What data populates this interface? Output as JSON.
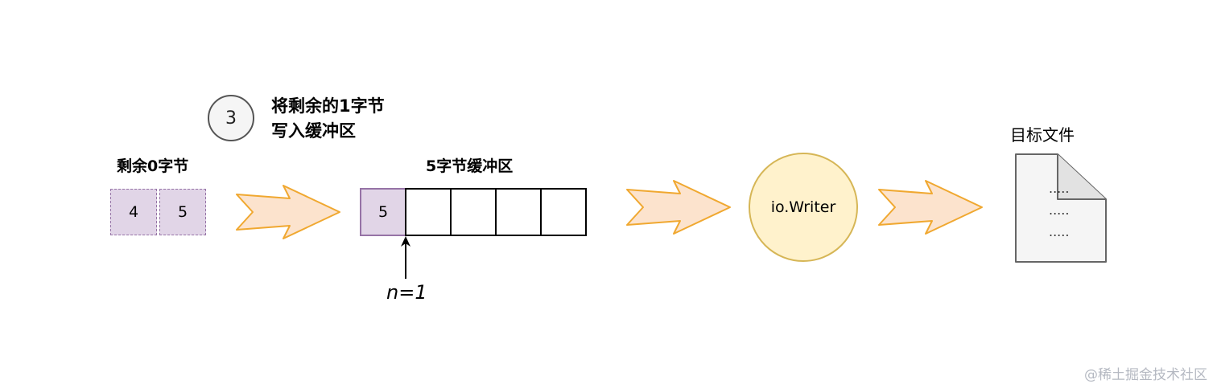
{
  "step": {
    "number": "3",
    "text_line1": "将剩余的1字节",
    "text_line2": "写入缓冲区"
  },
  "remaining": {
    "title": "剩余0字节",
    "bytes": [
      "4",
      "5"
    ]
  },
  "buffer": {
    "title": "5字节缓冲区",
    "cells": [
      "5",
      "",
      "",
      "",
      ""
    ],
    "pointer_label": "n=1"
  },
  "writer": {
    "label": "io.Writer"
  },
  "target_file": {
    "title": "目标文件",
    "lines": [
      ".....",
      ".....",
      "....."
    ]
  },
  "watermark": "@稀土掘金技术社区",
  "colors": {
    "buffer_fill": "#e1d5e7",
    "buffer_stroke": "#9673a6",
    "arrow_fill": "#fce3cd",
    "arrow_stroke": "#f0a830",
    "writer_fill": "#fff2cc",
    "writer_stroke": "#d6b656",
    "file_fill": "#f5f5f5",
    "file_stroke": "#666666"
  },
  "icons": [
    "flow-arrow-icon",
    "up-arrow-icon",
    "document-icon"
  ]
}
